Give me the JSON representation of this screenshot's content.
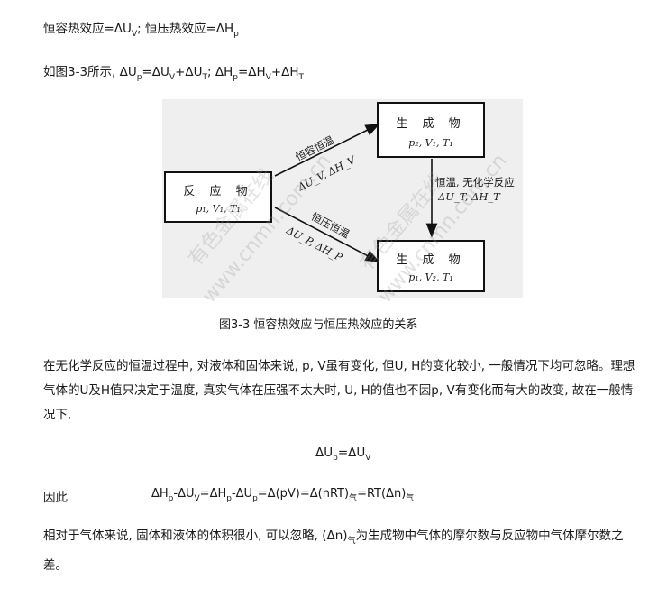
{
  "line1": {
    "prefix_a": "恒容热效应=ΔU",
    "sub_a": "V",
    "mid": "; 恒压热效应=ΔH",
    "sub_b": "p"
  },
  "line2": {
    "t1": "如图3-3所示, ΔU",
    "s1": "p",
    "t2": "=ΔU",
    "s2": "V",
    "t3": "+ΔU",
    "s3": "T",
    "t4": "; ΔH",
    "s4": "p",
    "t5": "=ΔH",
    "s5": "V",
    "t6": "+ΔH",
    "s6": "T"
  },
  "figure": {
    "reactant": {
      "title": "反 应 物",
      "vars": "p₁,   V₁,   T₁"
    },
    "product_top": {
      "title": "生 成 物",
      "vars": "p₂,   V₁,   T₁"
    },
    "product_bottom": {
      "title": "生 成 物",
      "vars": "p₁,   V₂,   T₁"
    },
    "upper_arrow": {
      "cond": "恒容恒温",
      "vals": "ΔU_V,  ΔH_V"
    },
    "lower_arrow": {
      "cond": "恒压恒温",
      "vals": "ΔU_P,  ΔH_P"
    },
    "vertical_arrow": {
      "cond": "恒温, 无化学反应",
      "vals": "ΔU_T,   ΔH_T"
    },
    "watermarks": [
      "有色金属在线",
      "www.cnmn.com.cn",
      "有色金属在线",
      "www.cnmn.com.cn"
    ]
  },
  "caption": "图3-3  恒容热效应与恒压热效应的关系",
  "para1": "在无化学反应的恒温过程中, 对液体和固体来说, p, V虽有变化, 但U, H的变化较小, 一般情况下均可忽略。理想气体的U及H值只决定于温度, 真实气体在压强不太大时, U, H的值也不因p, V有变化而有大的改变, 故在一般情况下,",
  "eq_center": {
    "t1": "ΔU",
    "s1": "p",
    "t2": "=ΔU",
    "s2": "V"
  },
  "therefore": {
    "label": "因此",
    "t1": "ΔH",
    "s1": "p",
    "t2": "-ΔU",
    "s2": "V",
    "t3": "=ΔH",
    "s3": "p",
    "t4": "-ΔU",
    "s4": "p",
    "t5": "=Δ(pV)=Δ(nRT)",
    "s5": "气",
    "t6": "=RT(Δn)",
    "s6": "气"
  },
  "para2": {
    "t1": "相对于气体来说, 固体和液体的体积很小, 可以忽略, (Δn)",
    "s1": "气",
    "t2": "为生成物中气体的摩尔数与反应物中气体摩尔数之差。"
  }
}
